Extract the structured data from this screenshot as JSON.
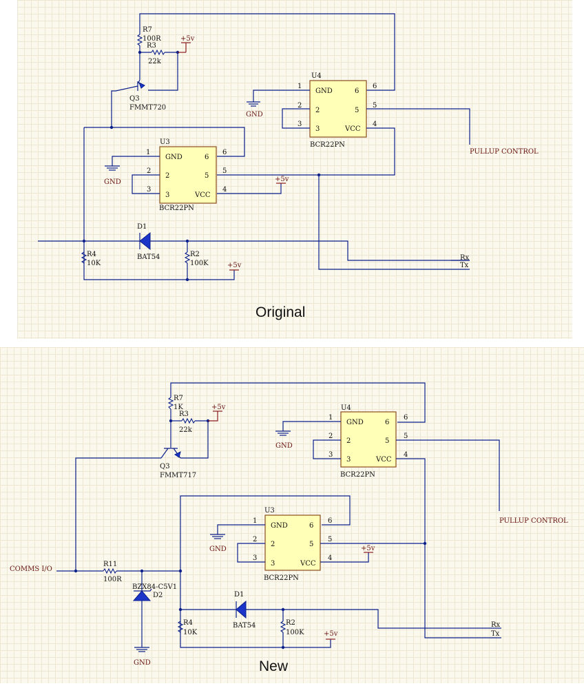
{
  "original": {
    "caption": "Original",
    "u4": {
      "ref": "U4",
      "part": "BCR22PN",
      "gnd": "GND",
      "vcc": "VCC",
      "p1": "1",
      "p2": "2",
      "p3": "3",
      "p4": "4",
      "p5": "5",
      "p6": "6",
      "in2": "2",
      "in3": "3",
      "in5": "5",
      "in6": "6"
    },
    "u3": {
      "ref": "U3",
      "part": "BCR22PN",
      "gnd": "GND",
      "vcc": "VCC",
      "p1": "1",
      "p2": "2",
      "p3": "3",
      "p4": "4",
      "p5": "5",
      "p6": "6",
      "in2": "2",
      "in3": "3",
      "in5": "5",
      "in6": "6"
    },
    "r7": {
      "ref": "R7",
      "val": "100R"
    },
    "r3": {
      "ref": "R3",
      "val": "22k"
    },
    "q3": {
      "ref": "Q3",
      "part": "FMMT720"
    },
    "r4": {
      "ref": "R4",
      "val": "10K"
    },
    "d1": {
      "ref": "D1",
      "part": "BAT54"
    },
    "r2": {
      "ref": "R2",
      "val": "100K"
    },
    "pwr": "+5v",
    "gnd": "GND",
    "pullup": "PULLUP CONTROL",
    "rx": "Rx",
    "tx": "Tx"
  },
  "new": {
    "caption": "New",
    "u4": {
      "ref": "U4",
      "part": "BCR22PN",
      "gnd": "GND",
      "vcc": "VCC",
      "p1": "1",
      "p2": "2",
      "p3": "3",
      "p4": "4",
      "p5": "5",
      "p6": "6",
      "in2": "2",
      "in3": "3",
      "in5": "5",
      "in6": "6"
    },
    "u3": {
      "ref": "U3",
      "part": "BCR22PN",
      "gnd": "GND",
      "vcc": "VCC",
      "p1": "1",
      "p2": "2",
      "p3": "3",
      "p4": "4",
      "p5": "5",
      "p6": "6",
      "in2": "2",
      "in3": "3",
      "in5": "5",
      "in6": "6"
    },
    "r7": {
      "ref": "R7",
      "val": "1K"
    },
    "r3": {
      "ref": "R3",
      "val": "22k"
    },
    "q3": {
      "ref": "Q3",
      "part": "FMMT717"
    },
    "r11": {
      "ref": "R11",
      "val": "100R"
    },
    "d2": {
      "ref": "D2",
      "part": "BZX84-C5V1"
    },
    "r4": {
      "ref": "R4",
      "val": "10K"
    },
    "d1": {
      "ref": "D1",
      "part": "BAT54"
    },
    "r2": {
      "ref": "R2",
      "val": "100K"
    },
    "pwr": "+5v",
    "gnd": "GND",
    "comms": "COMMS I/O",
    "pullup": "PULLUP CONTROL",
    "rx": "Rx",
    "tx": "Tx"
  }
}
